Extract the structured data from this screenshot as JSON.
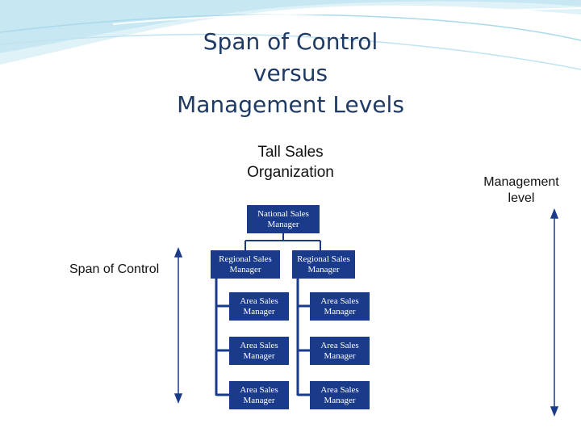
{
  "slide": {
    "title_lines": [
      "Span of Control",
      "versus",
      "Management Levels"
    ],
    "subtitle_lines": [
      "Tall Sales",
      "Organization"
    ],
    "management_level_lines": [
      "Management",
      "level"
    ],
    "span_of_control_label": "Span of Control"
  },
  "org_chart": {
    "national": {
      "label": "National Sales Manager"
    },
    "regional": [
      {
        "label": "Regional Sales Manager"
      },
      {
        "label": "Regional Sales Manager"
      }
    ],
    "area_left": [
      {
        "label": "Area Sales Manager"
      },
      {
        "label": "Area Sales Manager"
      },
      {
        "label": "Area Sales Manager"
      }
    ],
    "area_right": [
      {
        "label": "Area Sales Manager"
      },
      {
        "label": "Area Sales Manager"
      },
      {
        "label": "Area Sales Manager"
      }
    ]
  },
  "colors": {
    "box_fill": "#1a3a8a",
    "box_text": "#ffffff",
    "title": "#1f3a63",
    "banner": "#bfe3f0"
  }
}
